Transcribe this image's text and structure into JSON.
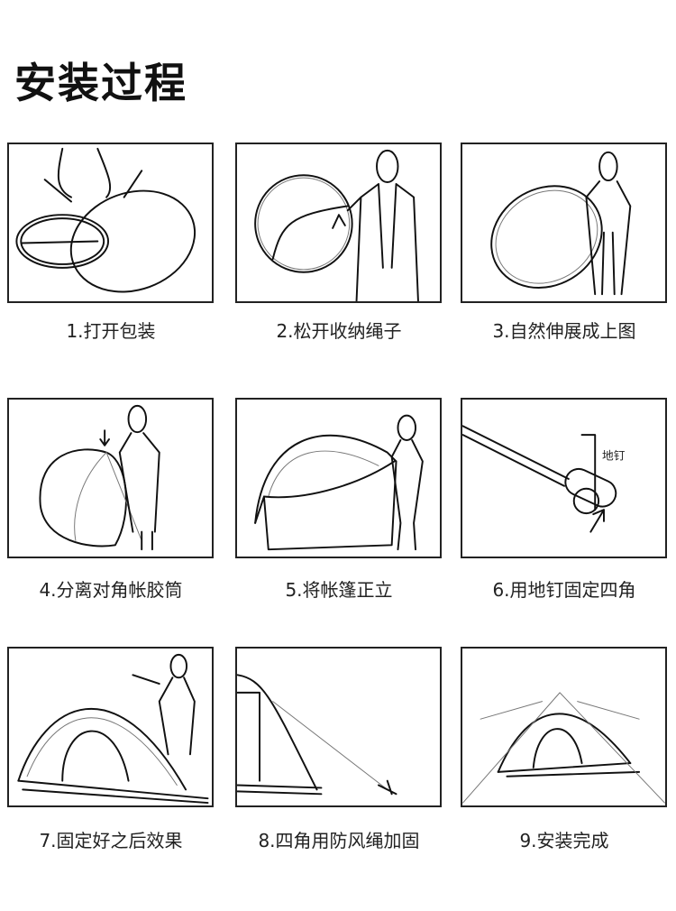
{
  "title": "安装过程",
  "steps": [
    {
      "caption": "1.打开包装"
    },
    {
      "caption": "2.松开收纳绳子"
    },
    {
      "caption": "3.自然伸展成上图"
    },
    {
      "caption": "4.分离对角帐胶筒"
    },
    {
      "caption": "5.将帐篷正立"
    },
    {
      "caption": "6.用地钉固定四角"
    },
    {
      "caption": "7.固定好之后效果"
    },
    {
      "caption": "8.四角用防风绳加固"
    },
    {
      "caption": "9.安装完成"
    }
  ],
  "step6_label": "地钉"
}
